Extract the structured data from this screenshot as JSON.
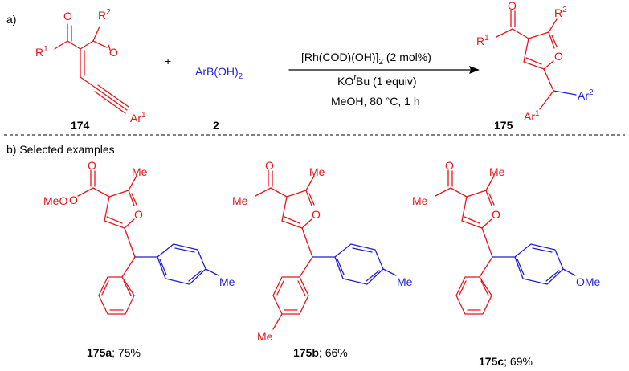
{
  "part_a": {
    "label": "a)",
    "reactant_174": {
      "sub_R1": "R",
      "sup_R1": "1",
      "sub_R2": "R",
      "sup_R2": "2",
      "sub_O1": "O",
      "sub_O2": "O",
      "sub_Ar": "Ar",
      "sup_Ar": "1",
      "compound_number": "174"
    },
    "plus": "+",
    "reactant_2": {
      "formula_main": "ArB(OH)",
      "formula_sub": "2",
      "compound_number": "2"
    },
    "conditions": {
      "catalyst_main": "[Rh(COD)(OH)]",
      "catalyst_sub": "2",
      "catalyst_loading": " (2 mol%)",
      "base_pre": "KO",
      "base_sup": "t",
      "base_post": "Bu (1 equiv)",
      "solvent": "MeOH, 80 °C, 1 h"
    },
    "product_175": {
      "sub_R1": "R",
      "sup_R1": "1",
      "sub_R2": "R",
      "sup_R2": "2",
      "sub_O_ketone": "O",
      "sub_O_ring": "O",
      "sub_Ar1": "Ar",
      "sup_Ar1": "1",
      "sub_Ar2": "Ar",
      "sup_Ar2": "2",
      "compound_number": "175"
    }
  },
  "part_b": {
    "label": "b) Selected examples",
    "examples": [
      {
        "sub_O_carbonyl": "O",
        "sub_O_ester": "O",
        "sub_O_ring": "O",
        "sub_MeO": "MeO",
        "sub_Me_ring": "Me",
        "sub_Me_aryl": "Me",
        "compound": "175a",
        "yield": "; 75%"
      },
      {
        "sub_O_carbonyl": "O",
        "sub_Me_acyl": "Me",
        "sub_O_ring": "O",
        "sub_Me_ring": "Me",
        "sub_Me_aryl2": "Me",
        "sub_Me_aryl1": "Me",
        "compound": "175b",
        "yield": "; 66%"
      },
      {
        "sub_O_carbonyl": "O",
        "sub_Me_acyl": "Me",
        "sub_O_ring": "O",
        "sub_Me_ring": "Me",
        "sub_OMe": "OMe",
        "compound": "175c",
        "yield": "; 69%"
      }
    ]
  },
  "colors": {
    "starting_material": "#e8141a",
    "arylboronic": "#1f1fd6",
    "text": "#000000"
  }
}
